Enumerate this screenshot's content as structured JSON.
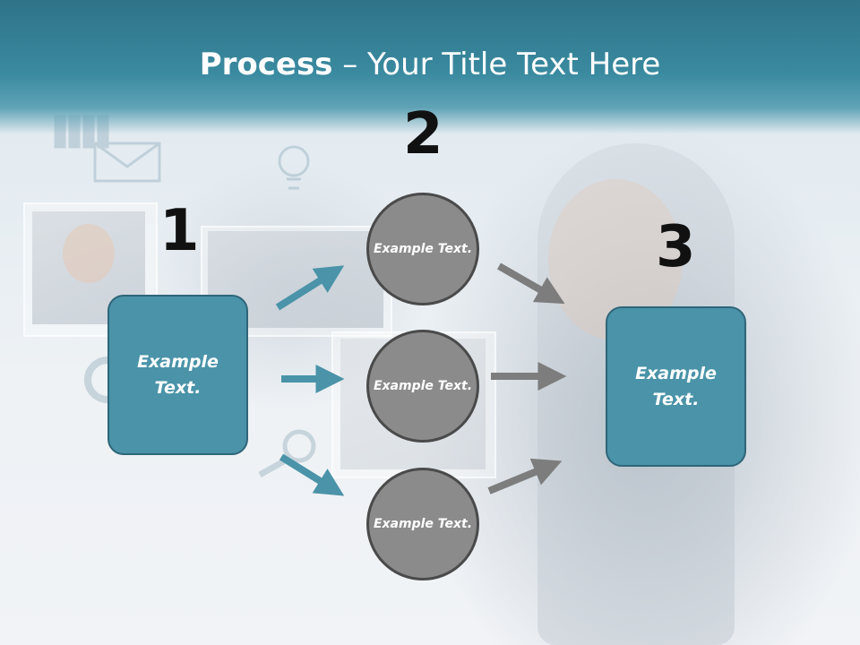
{
  "title": {
    "bold": "Process",
    "rest": " – Your Title Text Here"
  },
  "steps": {
    "one": {
      "number": "1",
      "text": "Example Text."
    },
    "two": {
      "number": "2",
      "circles": [
        "Example Text.",
        "Example Text.",
        "Example Text."
      ]
    },
    "three": {
      "number": "3",
      "text": "Example Text."
    }
  },
  "colors": {
    "header": "#3a8aa0",
    "box": "#4a93a8",
    "circle": "#8b8b8b",
    "teal_arrow": "#4a93a8",
    "gray_arrow": "#7d7d7d"
  }
}
